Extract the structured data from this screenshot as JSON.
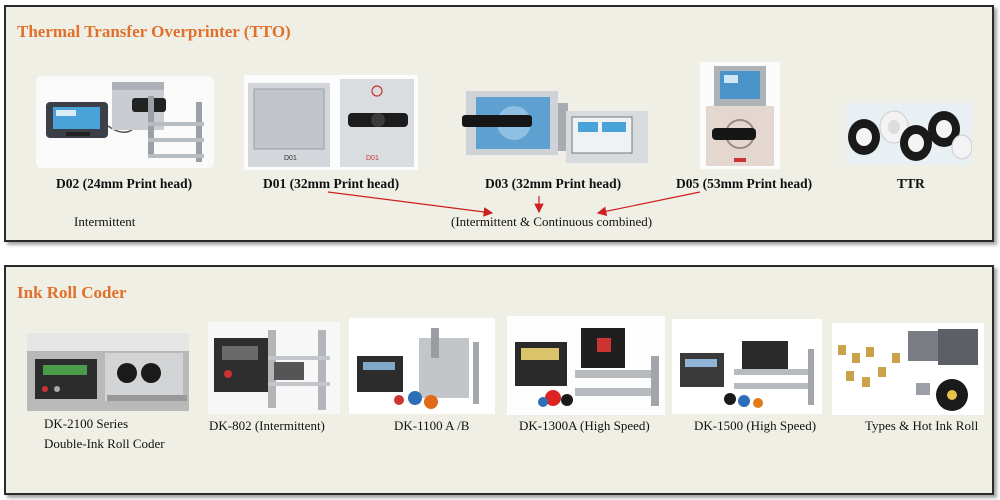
{
  "tto": {
    "title": "Thermal Transfer Overprinter (TTO)",
    "products": [
      {
        "model": "D02 (24mm Print head)",
        "image_icon": "printer-with-controller-photo"
      },
      {
        "model": "D01 (32mm Print head)",
        "image_icon": "printer-photo"
      },
      {
        "model": "D03 (32mm Print head)",
        "image_icon": "printer-photo"
      },
      {
        "model": "D05 (53mm Print head)",
        "image_icon": "printer-photo"
      },
      {
        "model": "TTR",
        "image_icon": "ribbon-rolls-photo"
      }
    ],
    "mode_intermittent": "Intermittent",
    "mode_combined": "(Intermittent & Continuous combined)"
  },
  "ink_roll": {
    "title": "Ink Roll Coder",
    "products": [
      {
        "model": "DK-2100 Series",
        "model_line2": "Double-Ink Roll Coder"
      },
      {
        "model": "DK-802 (Intermittent)"
      },
      {
        "model": "DK-1100 A /B"
      },
      {
        "model": "DK-1300A (High Speed)"
      },
      {
        "model": "DK-1500 (High Speed)"
      },
      {
        "model": "Types & Hot Ink Roll"
      }
    ]
  },
  "colors": {
    "title": "#e0702a",
    "panel_bg": "#f0efe6",
    "arrow": "#cc1f1f"
  }
}
